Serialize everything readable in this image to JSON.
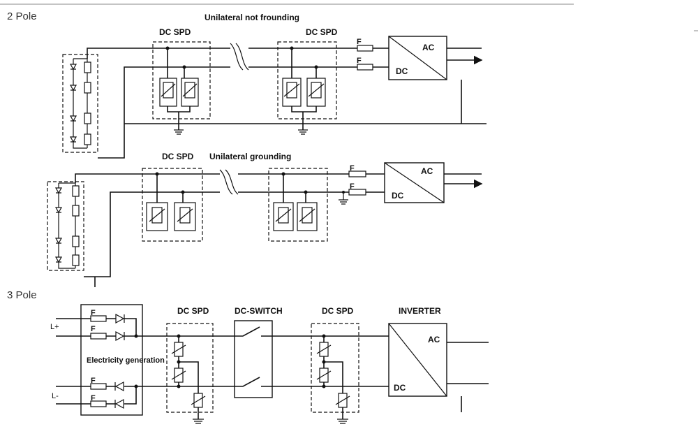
{
  "sections": {
    "two_pole": "2 Pole",
    "three_pole": "3 Pole"
  },
  "top": {
    "annotation": "Unilateral not frounding",
    "spd_left": "DC SPD",
    "spd_right": "DC SPD",
    "fuse_1": "F",
    "fuse_2": "F",
    "inverter_ac": "AC",
    "inverter_dc": "DC"
  },
  "middle": {
    "annotation": "Unilateral grounding",
    "spd_left": "DC SPD",
    "fuse_1": "F",
    "fuse_2": "F",
    "inverter_ac": "AC",
    "inverter_dc": "DC"
  },
  "bottom": {
    "spd_left": "DC SPD",
    "switch": "DC-SWITCH",
    "spd_right": "DC SPD",
    "inverter": "INVERTER",
    "inverter_ac": "AC",
    "inverter_dc": "DC",
    "gen_label": "Electricity generation",
    "pos": "L+",
    "neg": "L-",
    "fuses": [
      "F",
      "F",
      "F",
      "F"
    ]
  }
}
